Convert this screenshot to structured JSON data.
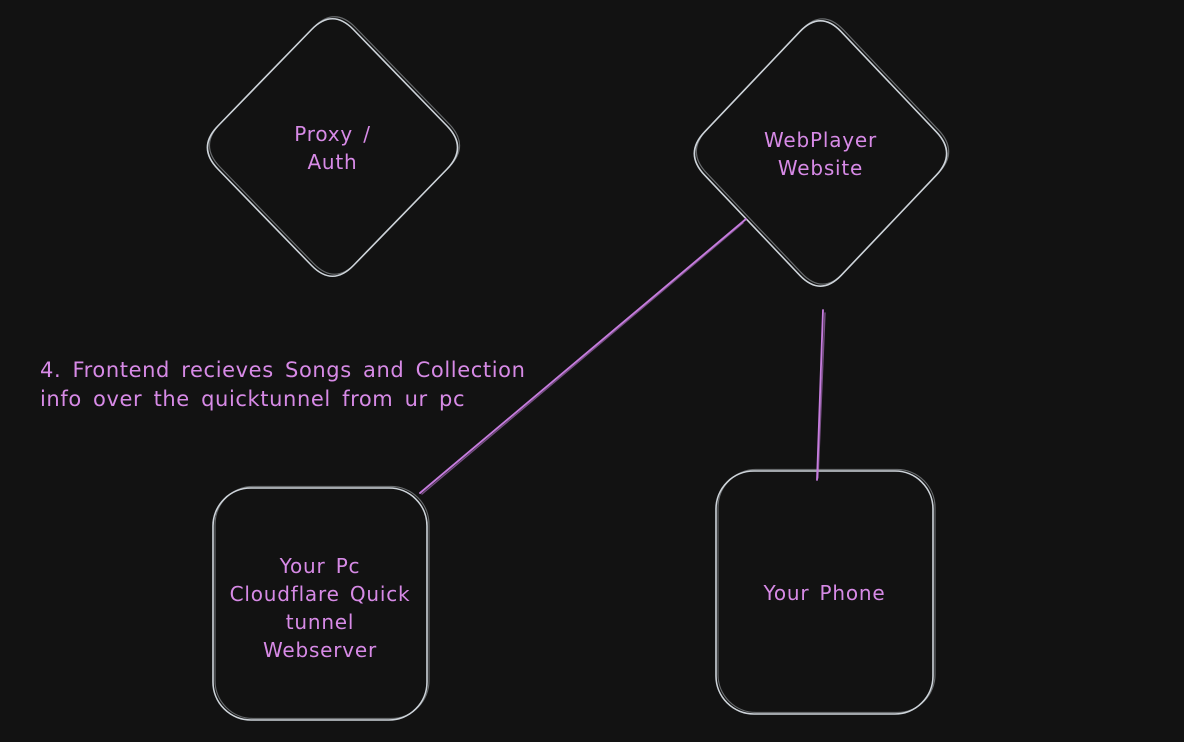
{
  "theme": {
    "background": "#121212",
    "shape_stroke": "#ced4da",
    "accent": "#c77ddf",
    "text_color": "#d78ae6"
  },
  "nodes": [
    {
      "id": "proxy-auth",
      "shape": "diamond",
      "label": "Proxy /\nAuth"
    },
    {
      "id": "webplayer-website",
      "shape": "diamond",
      "label": "WebPlayer\nWebsite"
    },
    {
      "id": "your-pc",
      "shape": "rounded-rectangle",
      "label": "Your Pc\nCloudflare Quick\ntunnel\nWebserver"
    },
    {
      "id": "your-phone",
      "shape": "rounded-rectangle",
      "label": "Your Phone"
    }
  ],
  "edges": [
    {
      "id": "webplayer-to-your-pc",
      "from": "webplayer-website",
      "to": "your-pc",
      "style": "double-sketch-line"
    },
    {
      "id": "webplayer-to-your-phone",
      "from": "webplayer-website",
      "to": "your-phone",
      "style": "sketch-line"
    }
  ],
  "annotations": [
    {
      "id": "step-4-note",
      "text": "4. Frontend recieves Songs and Collection\ninfo over the quicktunnel from ur pc"
    }
  ]
}
